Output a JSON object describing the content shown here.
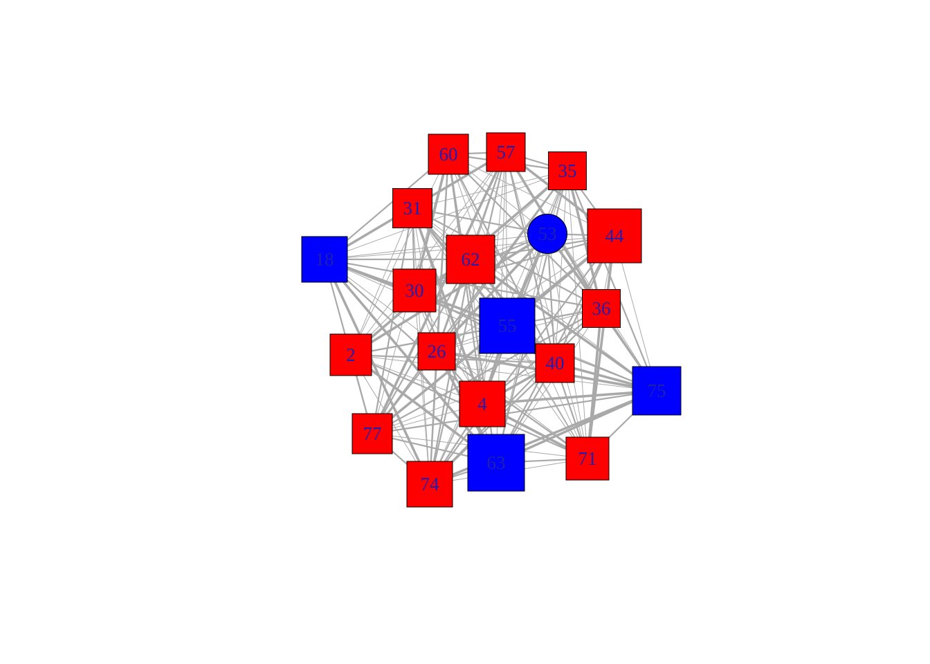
{
  "colors": {
    "red_group": "#ff0000",
    "blue_group": "#0000ff",
    "edge": "#a9a9a9",
    "label": "#1f1fb0",
    "background": "#ffffff"
  },
  "nodes": [
    {
      "id": "60",
      "group": "red_group",
      "shape": "square"
    },
    {
      "id": "57",
      "group": "red_group",
      "shape": "square"
    },
    {
      "id": "35",
      "group": "red_group",
      "shape": "square"
    },
    {
      "id": "31",
      "group": "red_group",
      "shape": "square"
    },
    {
      "id": "53",
      "group": "blue_group",
      "shape": "circle"
    },
    {
      "id": "44",
      "group": "red_group",
      "shape": "square"
    },
    {
      "id": "18",
      "group": "blue_group",
      "shape": "square"
    },
    {
      "id": "62",
      "group": "red_group",
      "shape": "square"
    },
    {
      "id": "30",
      "group": "red_group",
      "shape": "square"
    },
    {
      "id": "36",
      "group": "red_group",
      "shape": "square"
    },
    {
      "id": "55",
      "group": "blue_group",
      "shape": "square"
    },
    {
      "id": "2",
      "group": "red_group",
      "shape": "square"
    },
    {
      "id": "26",
      "group": "red_group",
      "shape": "square"
    },
    {
      "id": "40",
      "group": "red_group",
      "shape": "square"
    },
    {
      "id": "75",
      "group": "blue_group",
      "shape": "square"
    },
    {
      "id": "4",
      "group": "red_group",
      "shape": "square"
    },
    {
      "id": "77",
      "group": "red_group",
      "shape": "square"
    },
    {
      "id": "63",
      "group": "blue_group",
      "shape": "square"
    },
    {
      "id": "71",
      "group": "red_group",
      "shape": "square"
    },
    {
      "id": "74",
      "group": "red_group",
      "shape": "square"
    }
  ]
}
